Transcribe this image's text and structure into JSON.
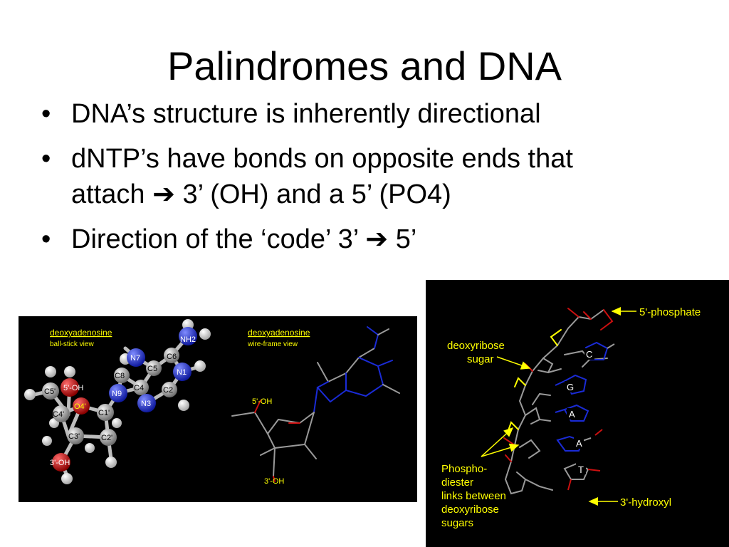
{
  "slide": {
    "title": "Palindromes and DNA",
    "bullets": [
      {
        "text": "DNA’s structure is inherently directional"
      },
      {
        "line1": "dNTP’s have bonds on opposite ends that",
        "line2_start": "attach",
        "arrow": "➔",
        "line2_end": "3’ (OH) and a 5’ (PO4)"
      },
      {
        "start": "Direction of the ‘code’ 3’",
        "arrow": "➔",
        "end": "5’"
      }
    ]
  },
  "left_figure": {
    "ball_stick": {
      "title": "deoxyadenosine",
      "subtitle": "ball-stick view",
      "atoms": [
        "NH2",
        "C6",
        "N7",
        "C5",
        "N1",
        "C8",
        "C4",
        "C2",
        "N9",
        "N3",
        "C5'",
        "5'-OH",
        "O4'",
        "C4'",
        "C1'",
        "C3'",
        "C2'",
        "3'-OH"
      ]
    },
    "wire_frame": {
      "title": "deoxyadenosine",
      "subtitle": "wire-frame view",
      "labels": [
        "5'-OH",
        "3'-OH"
      ]
    }
  },
  "right_figure": {
    "callouts": {
      "phosphate": "5'-phosphate",
      "sugar_line1": "deoxyribose",
      "sugar_line2": "sugar",
      "hydroxyl": "3'-hydroxyl",
      "phospho_lines": [
        "Phospho-",
        "diester",
        "links between",
        "deoxyribose",
        "sugars"
      ]
    },
    "bases": [
      "C",
      "G",
      "A",
      "A",
      "T"
    ]
  },
  "colors": {
    "callout_yellow": "#ffff00",
    "oxygen_red": "#cc1010",
    "nitrogen_blue": "#1a2bd6",
    "carbon_gray": "#9a9a9a"
  }
}
